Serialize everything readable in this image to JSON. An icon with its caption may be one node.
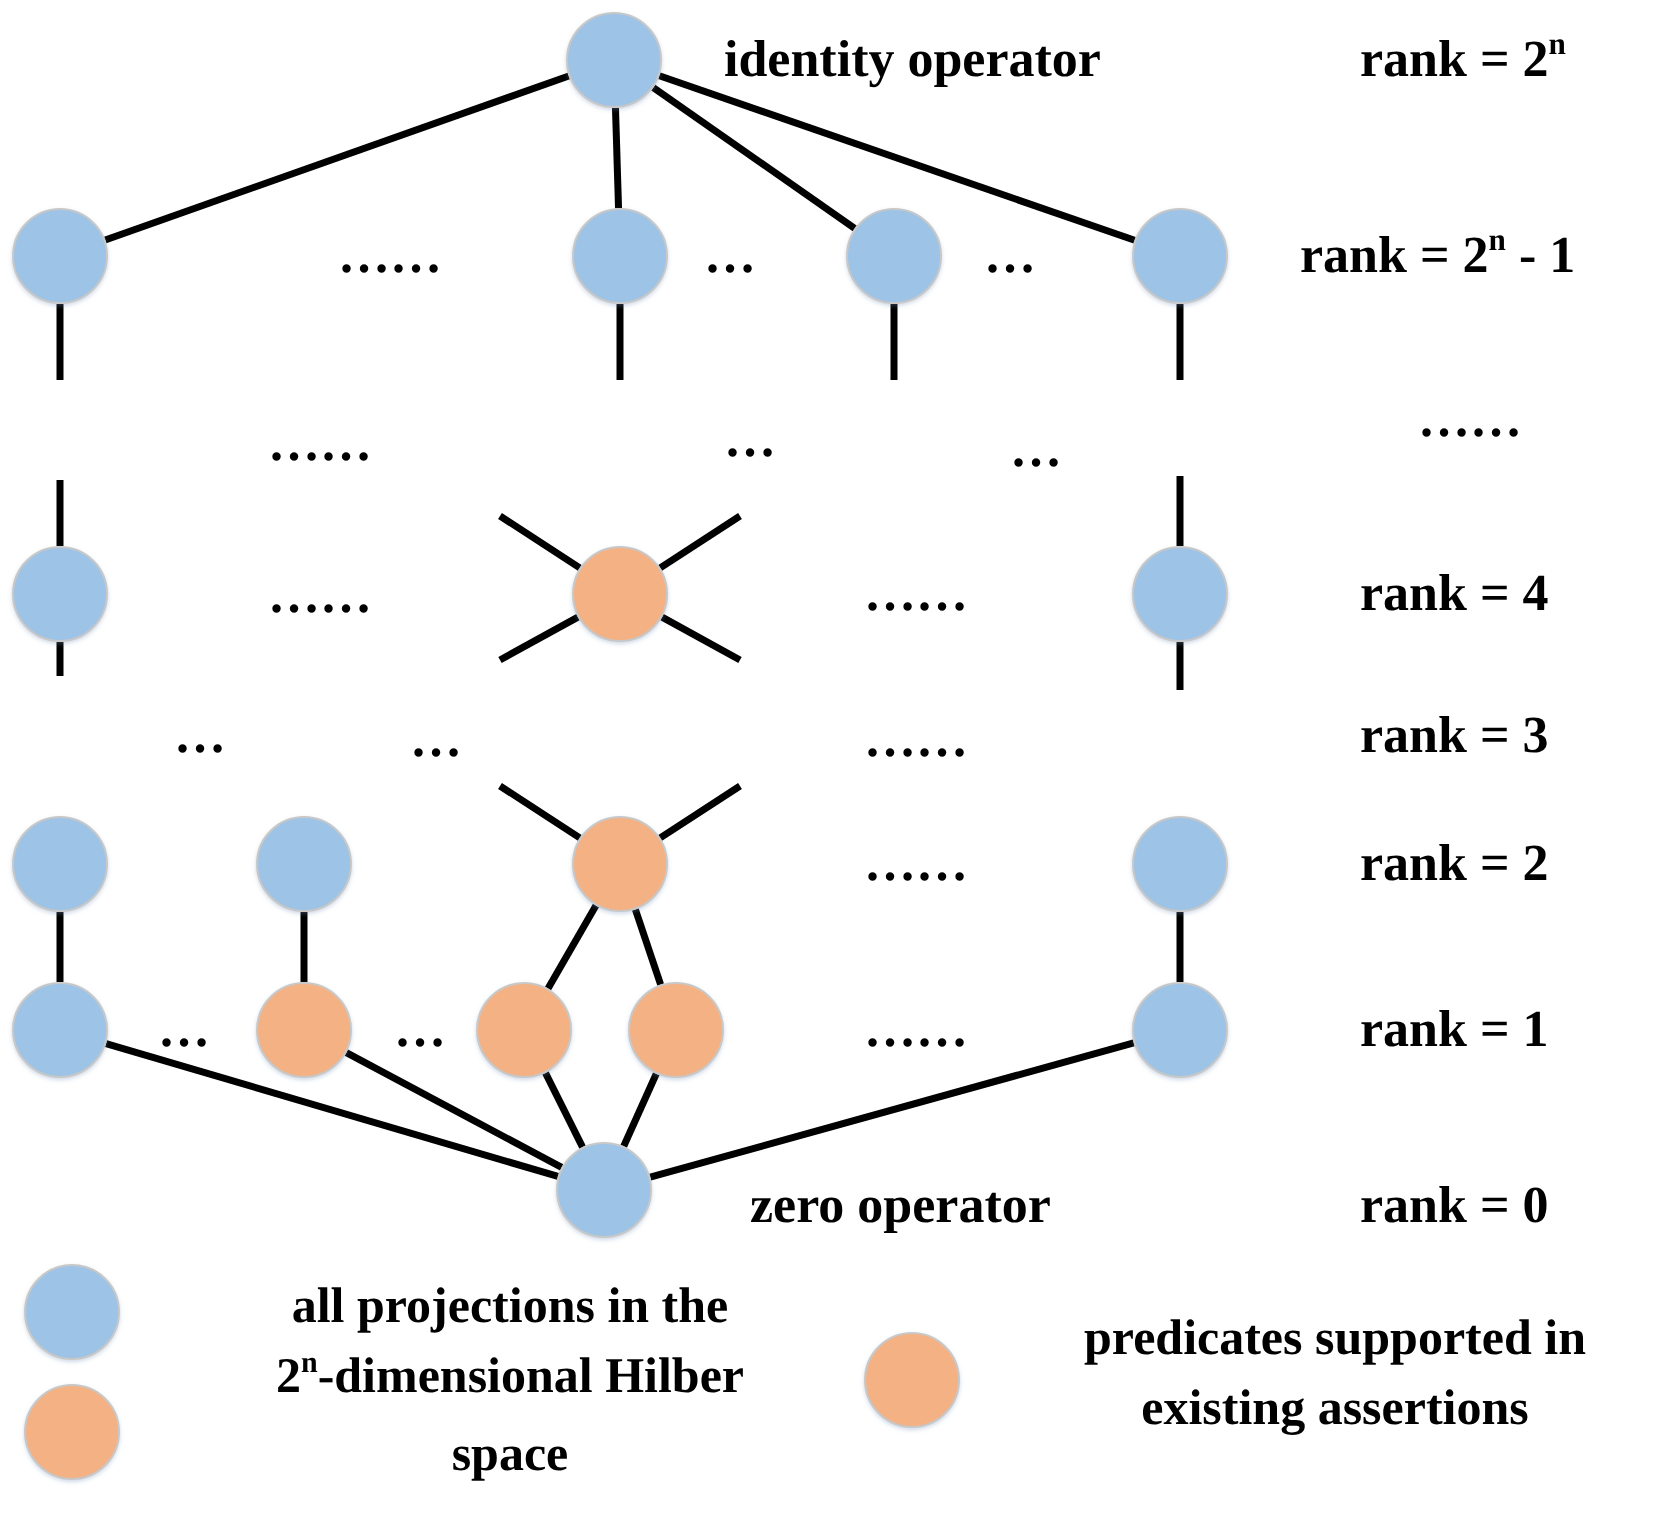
{
  "diagram": {
    "nodes": [
      {
        "text": [],
        "shape": "circle",
        "beside": [
          "identity operator"
        ]
      },
      {
        "text": [],
        "shape": "circle"
      },
      {
        "text": [],
        "shape": "circle"
      },
      {
        "text": [],
        "shape": "circle"
      },
      {
        "text": [],
        "shape": "circle"
      },
      {
        "text": [],
        "shape": "circle"
      },
      {
        "text": [],
        "shape": "circle"
      },
      {
        "text": [],
        "shape": "circle"
      },
      {
        "text": [],
        "shape": "circle"
      },
      {
        "text": [],
        "shape": "circle"
      },
      {
        "text": [],
        "shape": "circle"
      },
      {
        "text": [],
        "shape": "circle"
      },
      {
        "text": [],
        "shape": "circle"
      },
      {
        "text": [],
        "shape": "circle"
      },
      {
        "text": [],
        "shape": "circle"
      },
      {
        "text": [],
        "shape": "circle"
      },
      {
        "text": [],
        "shape": "circle"
      },
      {
        "text": [],
        "shape": "circle",
        "beside": [
          "zero operator"
        ]
      }
    ],
    "edges": [
      {
        "from": 0,
        "to": 1,
        "arrow": "none"
      },
      {
        "from": 0,
        "to": 2,
        "arrow": "none"
      },
      {
        "from": 0,
        "to": 3,
        "arrow": "none"
      },
      {
        "from": 0,
        "to": 4,
        "arrow": "none"
      },
      {
        "from": 1,
        "to": null,
        "arrow": "none"
      },
      {
        "from": 2,
        "to": null,
        "arrow": "none"
      },
      {
        "from": 3,
        "to": null,
        "arrow": "none"
      },
      {
        "from": 4,
        "to": null,
        "arrow": "none"
      },
      {
        "from": 5,
        "to": null,
        "arrow": "none"
      },
      {
        "from": 5,
        "to": null,
        "arrow": "none"
      },
      {
        "from": 6,
        "to": null,
        "arrow": "none"
      },
      {
        "from": 6,
        "to": null,
        "arrow": "none"
      },
      {
        "from": 6,
        "to": null,
        "arrow": "none"
      },
      {
        "from": 6,
        "to": null,
        "arrow": "none"
      },
      {
        "from": 7,
        "to": null,
        "arrow": "none"
      },
      {
        "from": 7,
        "to": null,
        "arrow": "none"
      },
      {
        "from": 10,
        "to": null,
        "arrow": "none"
      },
      {
        "from": 10,
        "to": null,
        "arrow": "none"
      },
      {
        "from": 8,
        "to": 12,
        "arrow": "none"
      },
      {
        "from": 9,
        "to": 13,
        "arrow": "none"
      },
      {
        "from": 10,
        "to": 14,
        "arrow": "none"
      },
      {
        "from": 10,
        "to": 15,
        "arrow": "none"
      },
      {
        "from": 11,
        "to": 16,
        "arrow": "none"
      },
      {
        "from": 12,
        "to": 17,
        "arrow": "none"
      },
      {
        "from": 13,
        "to": 17,
        "arrow": "none"
      },
      {
        "from": 14,
        "to": 17,
        "arrow": "none"
      },
      {
        "from": 15,
        "to": 17,
        "arrow": "none"
      },
      {
        "from": 16,
        "to": 17,
        "arrow": "none"
      }
    ],
    "labels": [
      "rank = 2$^{n}$",
      "……",
      "…",
      "…",
      "rank = 2$^{n}$ - 1",
      "……",
      "…",
      "…",
      "……",
      "……",
      "……",
      "rank = 4",
      "…",
      "…",
      "……",
      "rank = 3",
      "……",
      "rank = 2",
      "…",
      "…",
      "……",
      "rank = 1",
      "rank = 0"
    ],
    "legend": [
      {
        "text": "all projections in the 2$^{n}$-dimensional Hilber space",
        "color": "#9dc3e6"
      },
      {
        "text": "predicates supported in existing assertions",
        "color": "#f4b183"
      }
    ]
  }
}
